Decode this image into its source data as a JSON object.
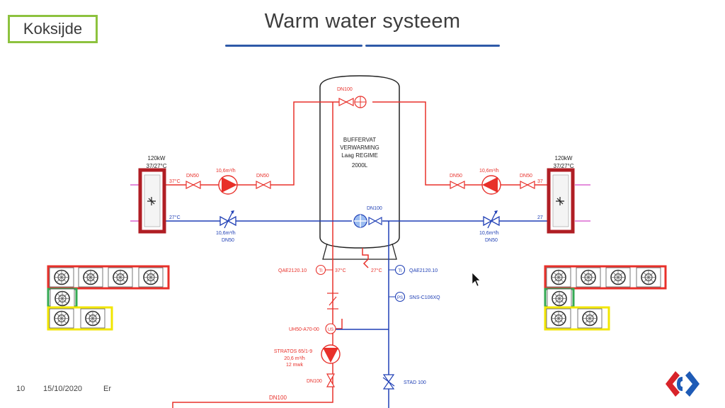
{
  "header": {
    "location": "Koksijde",
    "title": "Warm water systeem"
  },
  "diagram": {
    "tank": {
      "lines": [
        "BUFFERVAT",
        "VERWARMING",
        "Laag REGIME",
        "2000L"
      ],
      "top_pipe_label": "DN100",
      "lower_pipe_label": "DN100"
    },
    "left_unit": {
      "power": "120kW",
      "temps": "37/27°C",
      "supply_temp": "37°C",
      "return_temp": "27°C",
      "supply_valve_1": "DN50",
      "flow_top": "10,6m³/h",
      "supply_valve_2": "DN50",
      "flow_bottom": "10,6m³/h",
      "return_valve": "DN50"
    },
    "right_unit": {
      "power": "120kW",
      "temps": "37/27°C",
      "supply_temp": "37",
      "return_temp": "27",
      "supply_valve_1": "DN50",
      "flow_top": "10,6m³/h",
      "supply_valve_2": "DN50",
      "flow_bottom": "10,6m³/h",
      "return_valve": "DN50"
    },
    "sensors": {
      "left_ti": "QAE2120.10",
      "left_ti_temp": "37°C",
      "right_ti_temp": "27°C",
      "right_ti": "QAE2120.10",
      "ti_symbol": "TI",
      "ps_symbol": "PS",
      "ps_label": "SNS-C106XQ",
      "us_label": "UH50-A70-00",
      "us_symbol": "US"
    },
    "pump": {
      "name": "STRATOS 65/1-9",
      "flow": "20,6 m³/h",
      "head": "12  mwk"
    },
    "valves": {
      "bottom_left": "DN100",
      "stad": "STAD 100",
      "main_pipe": "DN100"
    }
  },
  "footer": {
    "page_number": "10",
    "date": "15/10/2020",
    "author": "Er"
  },
  "colors": {
    "supply": "#e8302a",
    "return": "#1f3fb5",
    "accent_blue": "#2e5aa8",
    "outline_green": "#8dc23e",
    "dark_red": "#b01e24",
    "yellow": "#f2e600"
  }
}
